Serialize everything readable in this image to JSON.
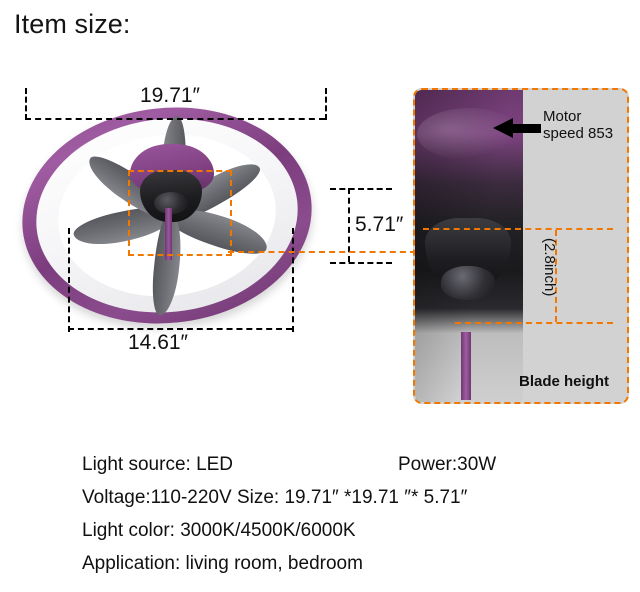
{
  "title": "Item size:",
  "diagram": {
    "width_label": "19.71″",
    "depth_label": "14.61″",
    "height_label": "5.71″",
    "callout_name": "blade-detail-callout"
  },
  "detail_panel": {
    "motor_label_line1": "Motor",
    "motor_label_line2": "speed 853",
    "blade_height_value": "(2.8inch)",
    "blade_height_label": "Blade height"
  },
  "specs": [
    {
      "left": "Light source: LED",
      "right": "Power:30W"
    },
    {
      "left": "Voltage:110-220V  Size: 19.71″ *19.71 ″* 5.71″",
      "right": ""
    },
    {
      "left": "Light color: 3000K/4500K/6000K",
      "right": ""
    },
    {
      "left": "Application: living room, bedroom",
      "right": ""
    }
  ],
  "colors": {
    "ring_purple": "#7d3f7d",
    "blade_gray": "#6e7075",
    "callout_orange": "#f07800",
    "panel_background": "#d2d2d2",
    "text": "#111111"
  }
}
